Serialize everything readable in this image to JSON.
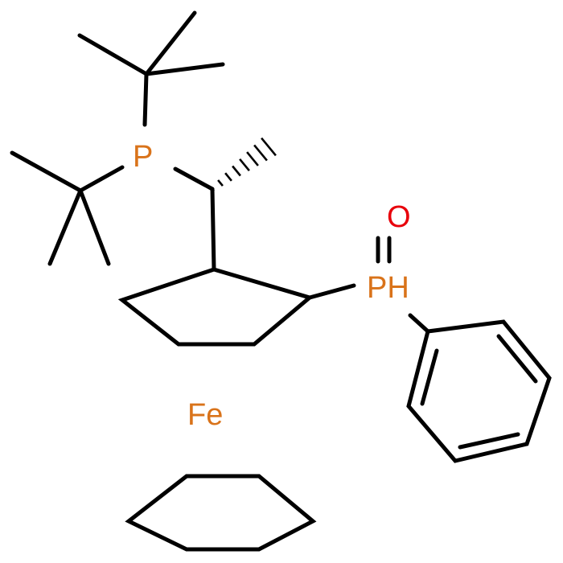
{
  "molecule": {
    "atoms": {
      "phosphine": "P",
      "phosphine_oxide": "PH",
      "oxygen": "O",
      "iron": "Fe"
    },
    "colors": {
      "bond": "#000000",
      "phosphorus": "#d9731a",
      "oxygen": "#e8000b",
      "iron": "#d9731a"
    }
  }
}
